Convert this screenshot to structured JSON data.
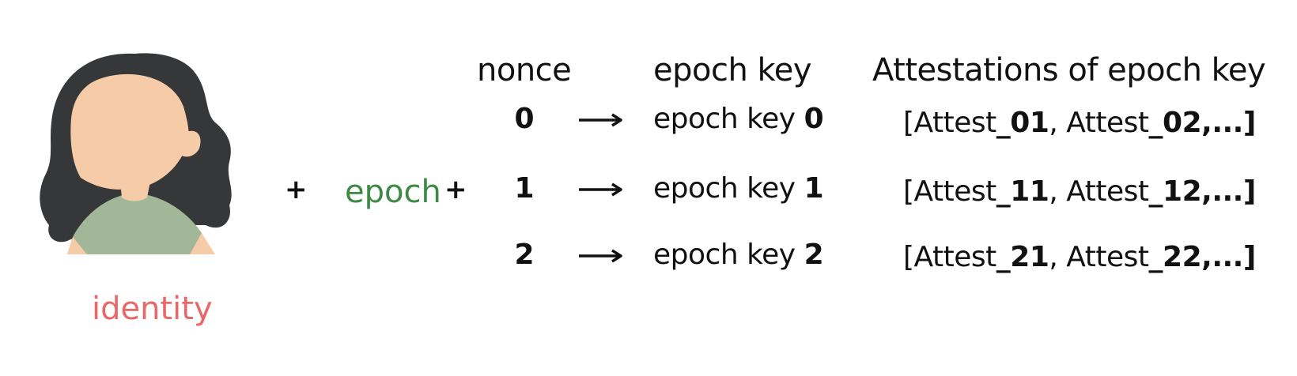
{
  "colors": {
    "identity": "#e8686a",
    "epoch": "#3d8a45",
    "hair": "#363738",
    "skin": "#f6cca8",
    "shirt": "#a2b797",
    "text": "#111111"
  },
  "identity": {
    "label": "identity",
    "icon": "person-avatar-icon"
  },
  "plus_symbol": "+",
  "epoch": {
    "label": "epoch"
  },
  "headers": {
    "nonce": "nonce",
    "epoch_key": "epoch key",
    "attestations": "Attestations of epoch key"
  },
  "rows": [
    {
      "nonce": "0",
      "key_prefix": "epoch key",
      "key_index": "0",
      "att_open": "[Attest",
      "att_a": "_01",
      "att_mid": ", Attest",
      "att_b": "_02",
      "att_close": ",...]"
    },
    {
      "nonce": "1",
      "key_prefix": "epoch key",
      "key_index": "1",
      "att_open": "[Attest",
      "att_a": "_11",
      "att_mid": ", Attest",
      "att_b": "_12",
      "att_close": ",...]"
    },
    {
      "nonce": "2",
      "key_prefix": "epoch key",
      "key_index": "2",
      "att_open": "[Attest",
      "att_a": "_21",
      "att_mid": ", Attest",
      "att_b": "_22",
      "att_close": ",...]"
    }
  ]
}
